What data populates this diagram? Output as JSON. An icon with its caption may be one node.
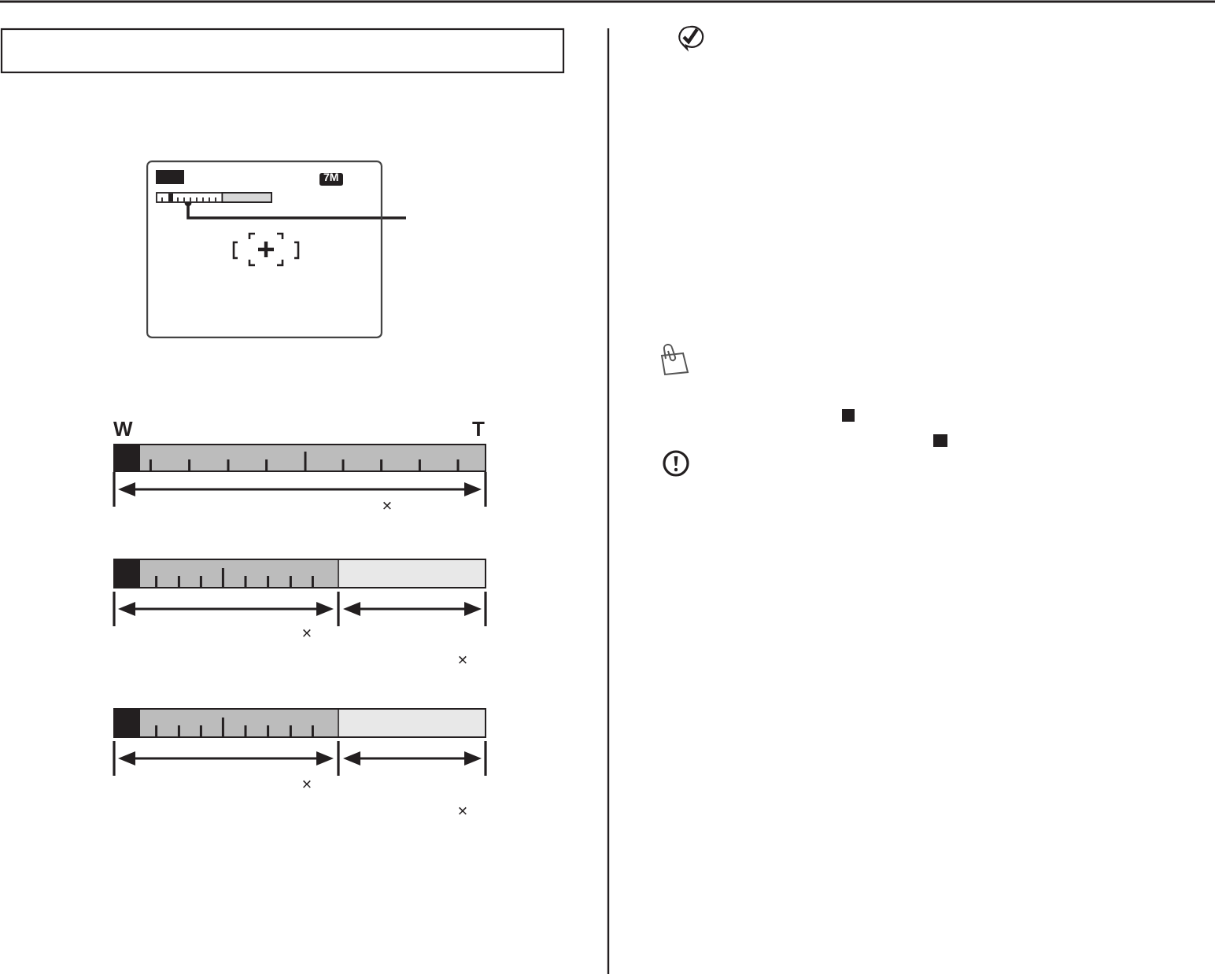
{
  "diagram": {
    "nodes": [
      {
        "text": [],
        "shape": "box"
      },
      {
        "text": [],
        "shape": "bar",
        "in": 0
      }
    ],
    "edges": [
      {
        "from": null,
        "to": 1,
        "arrow": "other"
      }
    ],
    "labels": [
      "7M",
      "W",
      "T",
      "×",
      "×",
      "×",
      "×",
      "×"
    ]
  }
}
